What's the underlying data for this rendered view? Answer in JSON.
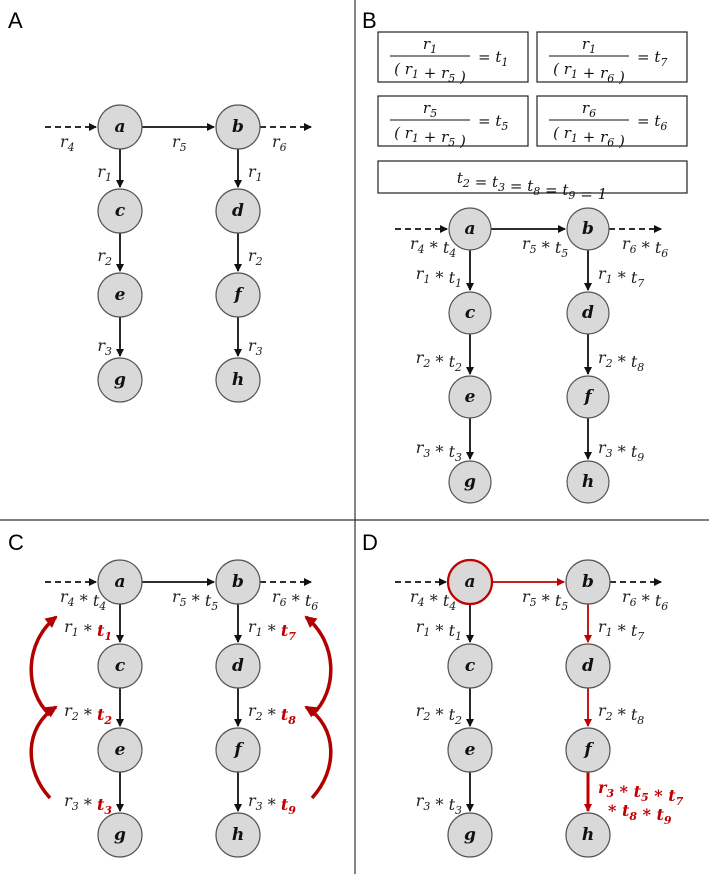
{
  "panels": {
    "A": {
      "label": "A"
    },
    "B": {
      "label": "B"
    },
    "C": {
      "label": "C"
    },
    "D": {
      "label": "D"
    }
  },
  "nodes": [
    "a",
    "b",
    "c",
    "d",
    "e",
    "f",
    "g",
    "h"
  ],
  "panel_a_edges": {
    "in": "r4",
    "ab": "r5",
    "out": "r6",
    "ac": "r1",
    "bd": "r1",
    "ce": "r2",
    "df": "r2",
    "eg": "r3",
    "fh": "r3"
  },
  "formulas": [
    {
      "numerator": "r1",
      "denominator": "(r1 + r5)",
      "result": "t1"
    },
    {
      "numerator": "r1",
      "denominator": "(r1 + r6)",
      "result": "t7"
    },
    {
      "numerator": "r5",
      "denominator": "(r1 + r5)",
      "result": "t5"
    },
    {
      "numerator": "r6",
      "denominator": "(r1 + r6)",
      "result": "t6"
    }
  ],
  "equality_formula": "t2 = t3 = t8 = t9 = 1",
  "weighted_edges": {
    "in": "r4 * t4",
    "ab": "r5 * t5",
    "out": "r6 * t6",
    "ac": "r1 * t1",
    "bd": "r1 * t7",
    "ce": "r2 * t2",
    "df": "r2 * t8",
    "eg": "r3 * t3",
    "fh": "r3 * t9"
  },
  "panel_c_highlight_t": [
    "t1",
    "t2",
    "t3",
    "t7",
    "t8",
    "t9"
  ],
  "panel_d_path": {
    "nodes": [
      "a",
      "b",
      "d",
      "f",
      "h"
    ],
    "final_label_line1": "r3 * t5 * t7",
    "final_label_line2": "* t8 * t9"
  },
  "colors": {
    "node_fill": "#d9d9d9",
    "highlight": "#c00000",
    "edge": "#111111"
  }
}
